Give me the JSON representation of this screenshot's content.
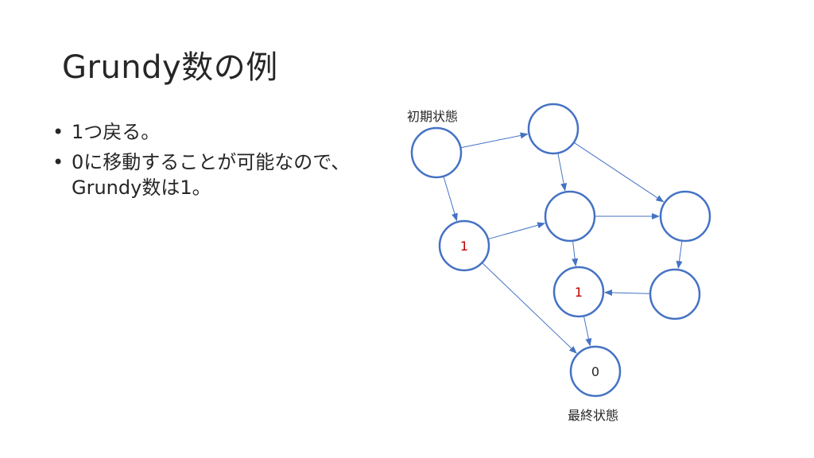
{
  "slide": {
    "title": "Grundy数の例",
    "bullets": [
      "1つ戻る。",
      "0に移動することが可能なので、Grundy数は1。"
    ]
  },
  "diagram": {
    "labels": {
      "initial": "初期状態",
      "final": "最終状態"
    },
    "colors": {
      "node_stroke": "#4472C4",
      "edge": "#4472C4",
      "value_red": "#C00000",
      "value_black": "#262626"
    },
    "nodes": [
      {
        "id": "n1",
        "value": ""
      },
      {
        "id": "n2",
        "value": ""
      },
      {
        "id": "n3",
        "value": "1"
      },
      {
        "id": "n4",
        "value": ""
      },
      {
        "id": "n5",
        "value": ""
      },
      {
        "id": "n6",
        "value": "1"
      },
      {
        "id": "n7",
        "value": ""
      },
      {
        "id": "n8",
        "value": "0"
      }
    ],
    "edges": [
      [
        "n1",
        "n2"
      ],
      [
        "n1",
        "n3"
      ],
      [
        "n2",
        "n4"
      ],
      [
        "n2",
        "n5"
      ],
      [
        "n3",
        "n4"
      ],
      [
        "n3",
        "n8"
      ],
      [
        "n4",
        "n5"
      ],
      [
        "n4",
        "n6"
      ],
      [
        "n5",
        "n7"
      ],
      [
        "n7",
        "n6"
      ],
      [
        "n6",
        "n8"
      ]
    ]
  }
}
